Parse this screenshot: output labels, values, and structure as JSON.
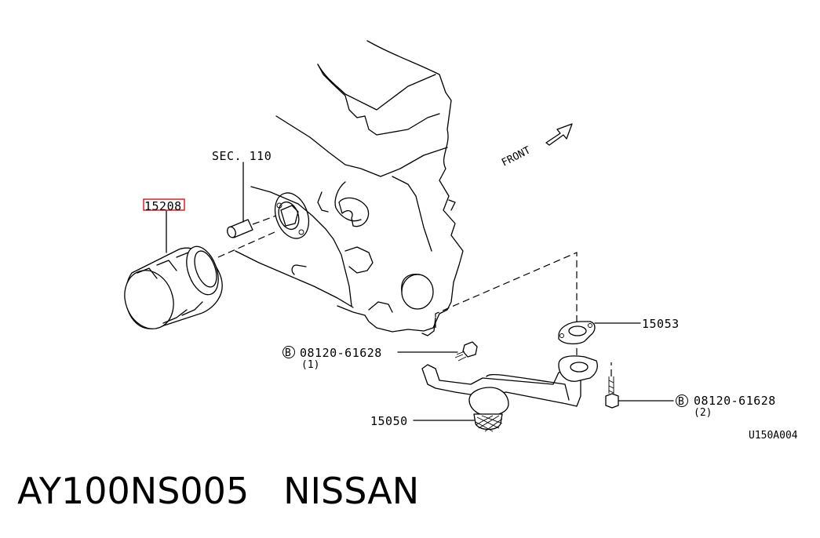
{
  "labels": {
    "sec": "SEC. 110",
    "filter": "15208",
    "front": "FRONT",
    "gasket": "15053",
    "bolt1_code": "B",
    "bolt1_part": "08120-61628",
    "bolt1_qty": "(1)",
    "strainer": "15050",
    "bolt2_code": "B",
    "bolt2_part": "08120-61628",
    "bolt2_qty": "(2)",
    "ref": "U150A004"
  },
  "caption": "AY100NS005   NISSAN",
  "highlight_color": "#e02020"
}
